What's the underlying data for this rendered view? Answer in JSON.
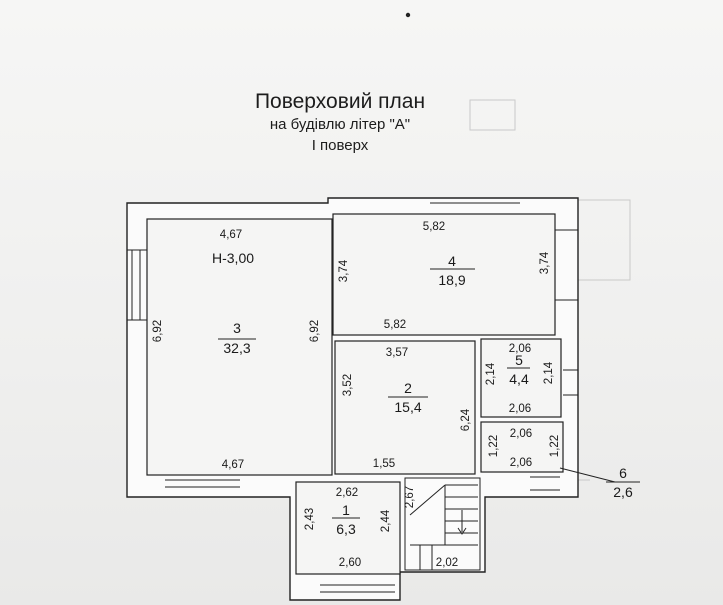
{
  "title": {
    "line1": "Поверховий план",
    "line2": "на будівлю літер \"А\"",
    "line3": "I поверх"
  },
  "height_note": "Н-3,00",
  "rooms": [
    {
      "number": "1",
      "area": "6,3"
    },
    {
      "number": "2",
      "area": "15,4"
    },
    {
      "number": "3",
      "area": "32,3"
    },
    {
      "number": "4",
      "area": "18,9"
    },
    {
      "number": "5",
      "area": "4,4"
    },
    {
      "number": "6",
      "area": "2,6"
    }
  ],
  "dimensions": {
    "r3_top": "4,67",
    "r3_bottom": "4,67",
    "r3_left": "6,92",
    "r3_right": "6,92",
    "r4_top": "5,82",
    "r4_bottom": "5,82",
    "r4_left": "3,74",
    "r4_right": "3,74",
    "r2_top": "3,57",
    "r2_left": "3,52",
    "r2_right": "6,24",
    "r2_bottom": "1,55",
    "r5_top": "2,06",
    "r5_bottom": "2,06",
    "r5_left": "2,14",
    "r5_right": "2,14",
    "r6_top": "2,06",
    "r6_bottom": "2,06",
    "r6_left": "1,22",
    "r6_right": "1,22",
    "r1_top": "2,62",
    "r1_bottom": "2,60",
    "r1_left": "2,43",
    "r1_right": "2,44",
    "stair_side": "2,67",
    "stair_bottom": "2,02"
  }
}
